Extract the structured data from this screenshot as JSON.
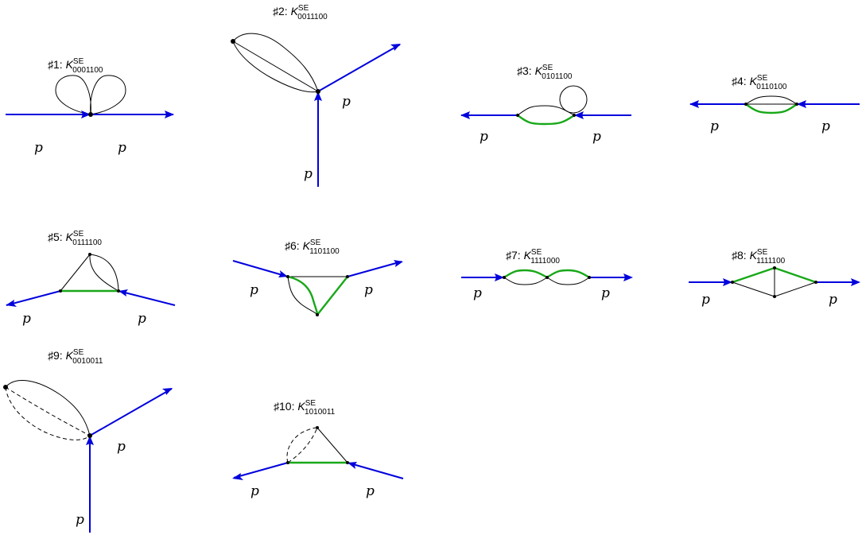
{
  "diagrams": [
    {
      "id": "#1",
      "number": "♯1:",
      "kernel": "K",
      "superscript": "SE",
      "subscript": "0001100",
      "momentum_labels": [
        "p",
        "p"
      ]
    },
    {
      "id": "#2",
      "number": "♯2:",
      "kernel": "K",
      "superscript": "SE",
      "subscript": "0011100",
      "momentum_labels": [
        "p",
        "p"
      ]
    },
    {
      "id": "#3",
      "number": "♯3:",
      "kernel": "K",
      "superscript": "SE",
      "subscript": "0101100",
      "momentum_labels": [
        "p",
        "p"
      ]
    },
    {
      "id": "#4",
      "number": "♯4:",
      "kernel": "K",
      "superscript": "SE",
      "subscript": "0110100",
      "momentum_labels": [
        "p",
        "p"
      ]
    },
    {
      "id": "#5",
      "number": "♯5:",
      "kernel": "K",
      "superscript": "SE",
      "subscript": "0111100",
      "momentum_labels": [
        "p",
        "p"
      ]
    },
    {
      "id": "#6",
      "number": "♯6:",
      "kernel": "K",
      "superscript": "SE",
      "subscript": "1101100",
      "momentum_labels": [
        "p",
        "p"
      ]
    },
    {
      "id": "#7",
      "number": "♯7:",
      "kernel": "K",
      "superscript": "SE",
      "subscript": "1111000",
      "momentum_labels": [
        "p",
        "p"
      ]
    },
    {
      "id": "#8",
      "number": "♯8:",
      "kernel": "K",
      "superscript": "SE",
      "subscript": "1111100",
      "momentum_labels": [
        "p",
        "p"
      ]
    },
    {
      "id": "#9",
      "number": "♯9:",
      "kernel": "K",
      "superscript": "SE",
      "subscript": "0010011",
      "momentum_labels": [
        "p",
        "p"
      ]
    },
    {
      "id": "#10",
      "number": "♯10:",
      "kernel": "K",
      "superscript": "SE",
      "subscript": "1010011",
      "momentum_labels": [
        "p",
        "p"
      ]
    }
  ],
  "colors": {
    "external_line": "#0000dd",
    "massive_propagator": "#18a818",
    "massless_propagator": "#000000"
  }
}
